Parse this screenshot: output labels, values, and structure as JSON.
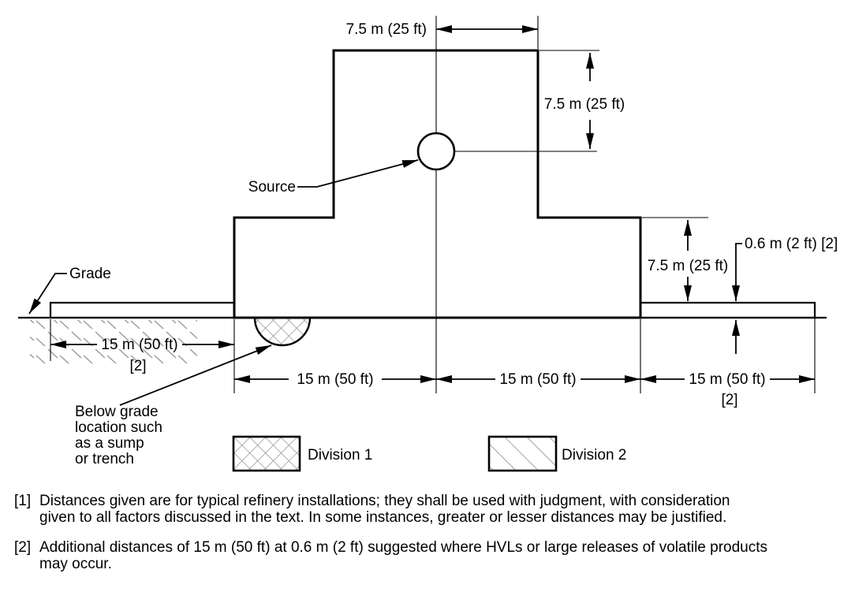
{
  "figure": {
    "labels": {
      "top_width": "7.5 m (25 ft)",
      "upper_right_height": "7.5 m (25 ft)",
      "lower_right_height": "7.5 m (25 ft)",
      "strip_thickness": "0.6 m (2 ft) [2]",
      "source": "Source",
      "grade": "Grade",
      "left_distance": "15 m (50 ft)",
      "left_distance_note": "[2]",
      "bottom_left_distance": "15 m (50 ft)",
      "bottom_center_distance": "15 m (50 ft)",
      "bottom_right_distance": "15 m (50 ft)",
      "bottom_right_note": "[2]",
      "below_grade_lines": [
        "Below grade",
        "location such",
        "as a sump",
        "or trench"
      ]
    },
    "legend": {
      "division1": {
        "label": "Division 1",
        "pattern": "crosshatch"
      },
      "division2": {
        "label": "Division 2",
        "pattern": "diagonal-hatch"
      }
    },
    "footnotes": [
      {
        "marker": "[1]",
        "lines": [
          "Distances given are for typical refinery installations; they shall be used with judgment, with consideration",
          "given to all factors discussed in the text. In some instances, greater or lesser distances may be justified."
        ]
      },
      {
        "marker": "[2]",
        "lines": [
          "Additional distances of 15 m (50 ft) at 0.6 m (2 ft) suggested where HVLs or large releases of volatile products",
          "may occur."
        ]
      }
    ],
    "colors": {
      "line": "#000000",
      "hatch": "#8c8c8c",
      "earth_hatch": "#999999",
      "background": "#ffffff"
    }
  }
}
